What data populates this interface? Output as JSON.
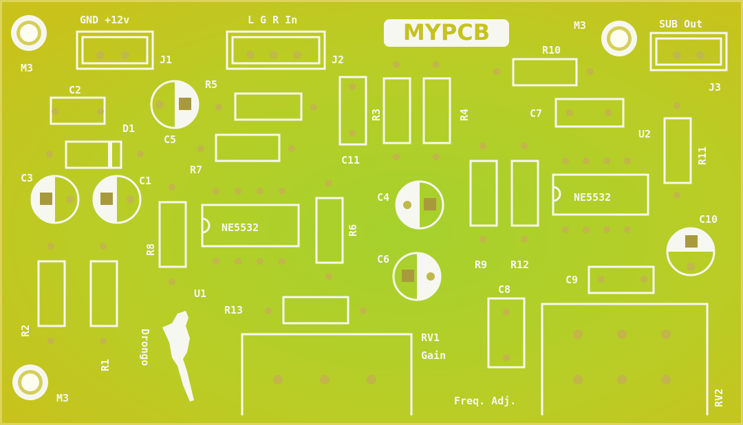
{
  "board": {
    "logo": "MYPCB",
    "connectors": {
      "j1_label": "J1",
      "j1_title": "GND +12v",
      "j2_label": "J2",
      "j2_title": "L G R In",
      "j3_label": "J3",
      "j3_title": "SUB Out"
    },
    "mounting_holes": {
      "tl": "M3",
      "tr": "M3",
      "bl": "M3"
    },
    "ics": {
      "u1_label": "U1",
      "u1_chip": "NE5532",
      "u2_label": "U2",
      "u2_chip": "NE5532"
    },
    "resistors": {
      "r1": "R1",
      "r2": "R2",
      "r3": "R3",
      "r4": "R4",
      "r5": "R5",
      "r6": "R6",
      "r7": "R7",
      "r8": "R8",
      "r9": "R9",
      "r10": "R10",
      "r11": "R11",
      "r12": "R12",
      "r13": "R13"
    },
    "capacitors": {
      "c1": "C1",
      "c2": "C2",
      "c3": "C3",
      "c4": "C4",
      "c5": "C5",
      "c6": "C6",
      "c7": "C7",
      "c8": "C8",
      "c9": "C9",
      "c10": "C10",
      "c11": "C11"
    },
    "diode": "D1",
    "pots": {
      "rv1": "RV1",
      "rv1_title": "Gain",
      "rv2": "RV2",
      "rv2_title": "Freq. Adj."
    },
    "signature": "Drongo",
    "colors": {
      "board": "#c9c51e",
      "board_green": "#a9d22a",
      "silkscreen": "#f7f7f2",
      "copper_pad": "#b8a64a"
    }
  }
}
